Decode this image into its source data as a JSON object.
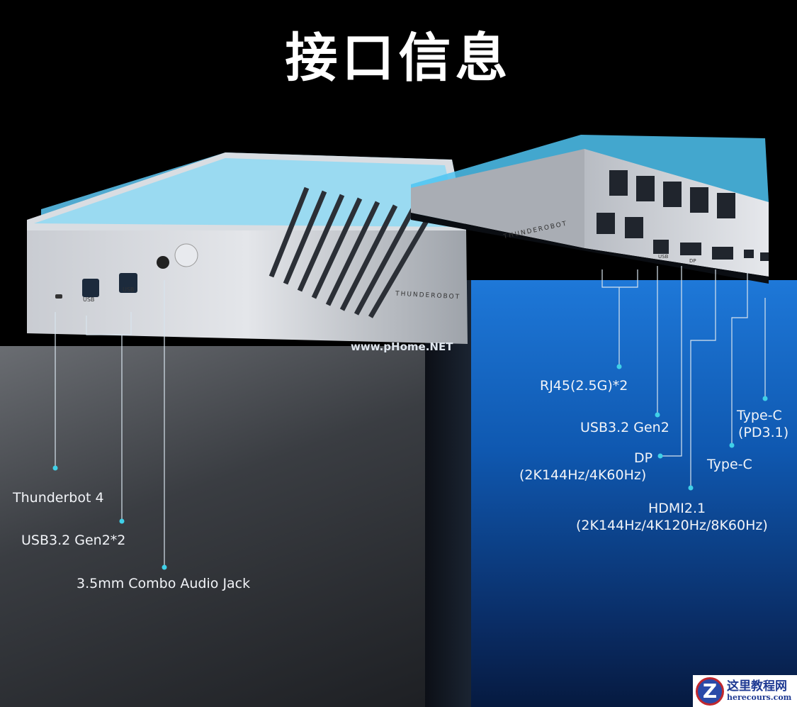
{
  "title": "接口信息",
  "device_brand": "THUNDEROBOT",
  "watermark": "www.pHome.NET",
  "port_marks": {
    "usb": "USB",
    "dp": "DP"
  },
  "left_labels": {
    "thunderbolt": "Thunderbot 4",
    "usb": "USB3.2 Gen2*2",
    "audio": "3.5mm Combo Audio Jack"
  },
  "right_labels": {
    "rj45": "RJ45(2.5G)*2",
    "usb": "USB3.2 Gen2",
    "dp": "DP",
    "dp_spec": "(2K144Hz/4K60Hz)",
    "hdmi": "HDMI2.1",
    "hdmi_spec": "(2K144Hz/4K120Hz/8K60Hz)",
    "typec": "Type-C",
    "typec_pd": "Type-C",
    "typec_pd_spec": "(PD3.1)"
  },
  "logo": {
    "cn": "这里教程网",
    "en": "herecours.com",
    "mark": "Z"
  },
  "colors": {
    "accent": "#3fd0e8",
    "line": "#d8e4ee",
    "ped_blue": "#1e78d8"
  }
}
